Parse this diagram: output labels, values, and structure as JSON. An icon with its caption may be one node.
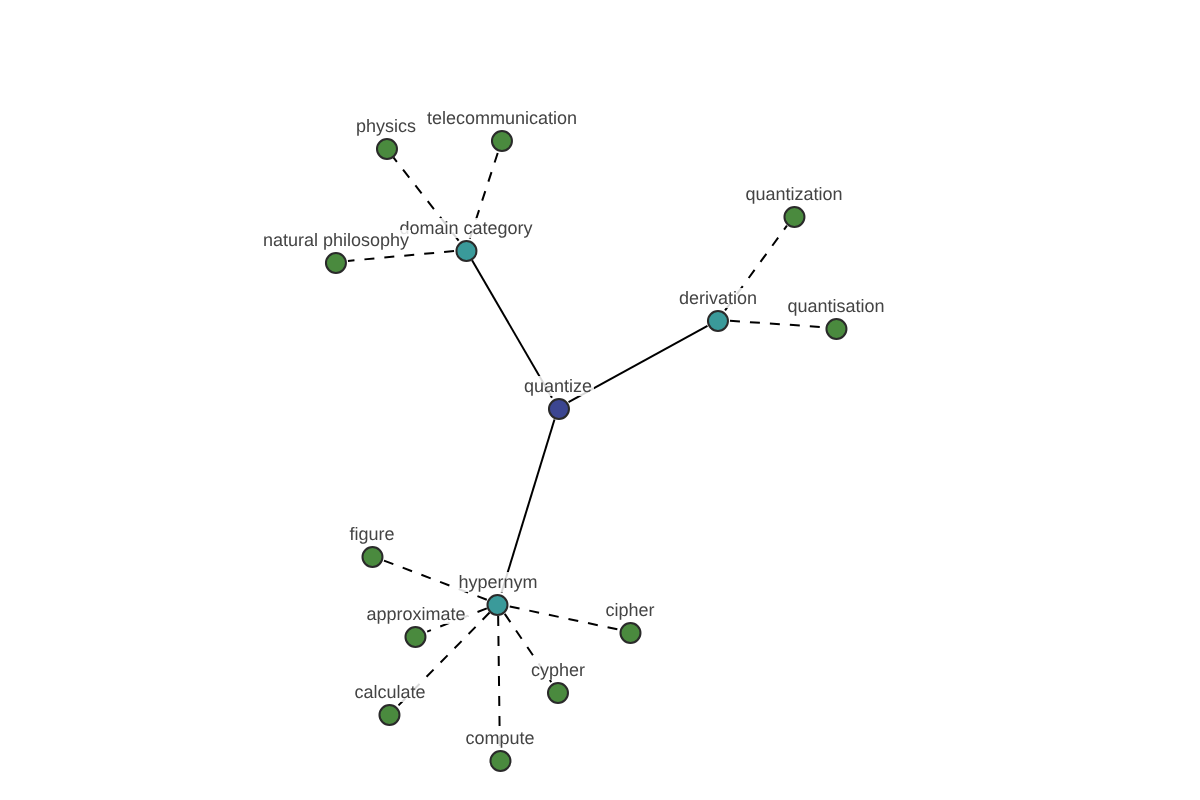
{
  "diagram": {
    "nodes": [
      {
        "text": [
          "quantize"
        ]
      },
      {
        "text": [
          "domain category"
        ]
      },
      {
        "text": [
          "physics"
        ]
      },
      {
        "text": [
          "telecommunication"
        ]
      },
      {
        "text": [
          "natural philosophy"
        ]
      },
      {
        "text": [
          "derivation"
        ]
      },
      {
        "text": [
          "quantization"
        ]
      },
      {
        "text": [
          "quantisation"
        ]
      },
      {
        "text": [
          "hypernym"
        ]
      },
      {
        "text": [
          "figure"
        ]
      },
      {
        "text": [
          "approximate"
        ]
      },
      {
        "text": [
          "cipher"
        ]
      },
      {
        "text": [
          "cypher"
        ]
      },
      {
        "text": [
          "calculate"
        ]
      },
      {
        "text": [
          "compute"
        ]
      }
    ],
    "edges": [
      {
        "from": 0,
        "to": 1,
        "arrow": "none"
      },
      {
        "from": 0,
        "to": 5,
        "arrow": "none"
      },
      {
        "from": 0,
        "to": 8,
        "arrow": "none"
      },
      {
        "from": 1,
        "to": 2,
        "arrow": "none",
        "style": "dashed"
      },
      {
        "from": 1,
        "to": 3,
        "arrow": "none",
        "style": "dashed"
      },
      {
        "from": 1,
        "to": 4,
        "arrow": "none",
        "style": "dashed"
      },
      {
        "from": 5,
        "to": 6,
        "arrow": "none",
        "style": "dashed"
      },
      {
        "from": 5,
        "to": 7,
        "arrow": "none",
        "style": "dashed"
      },
      {
        "from": 8,
        "to": 9,
        "arrow": "none",
        "style": "dashed"
      },
      {
        "from": 8,
        "to": 10,
        "arrow": "none",
        "style": "dashed"
      },
      {
        "from": 8,
        "to": 11,
        "arrow": "none",
        "style": "dashed"
      },
      {
        "from": 8,
        "to": 12,
        "arrow": "none",
        "style": "dashed"
      },
      {
        "from": 8,
        "to": 13,
        "arrow": "none",
        "style": "dashed"
      },
      {
        "from": 8,
        "to": 14,
        "arrow": "none",
        "style": "dashed"
      }
    ]
  }
}
